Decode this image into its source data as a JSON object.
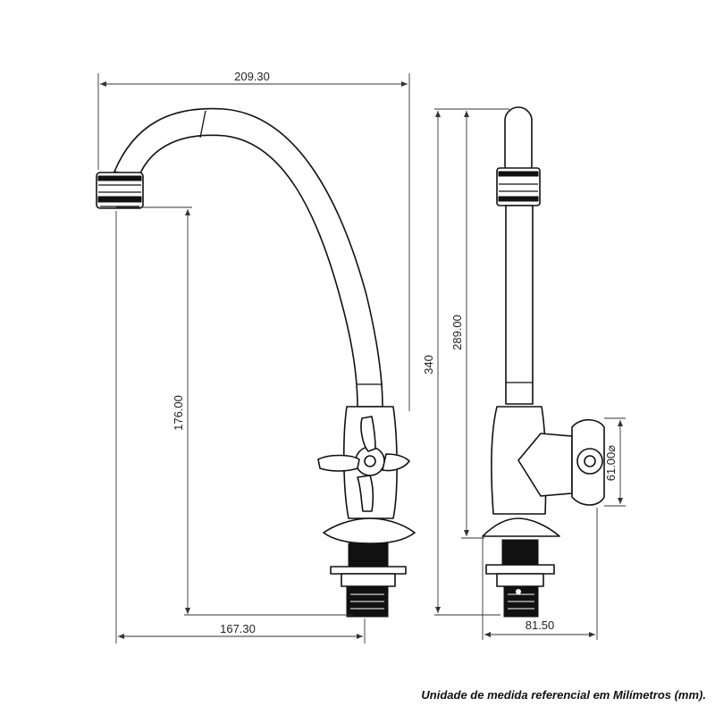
{
  "dimensions": {
    "spout_reach": "209.30",
    "spout_height": "176.00",
    "total_height": "340",
    "body_height": "289.00",
    "base_to_spout": "167.30",
    "depth": "81.50",
    "handle_diameter": "61.00",
    "diameter_symbol": "⌀"
  },
  "footnote": "Unidade de medida referencial em Milímetros (mm)."
}
